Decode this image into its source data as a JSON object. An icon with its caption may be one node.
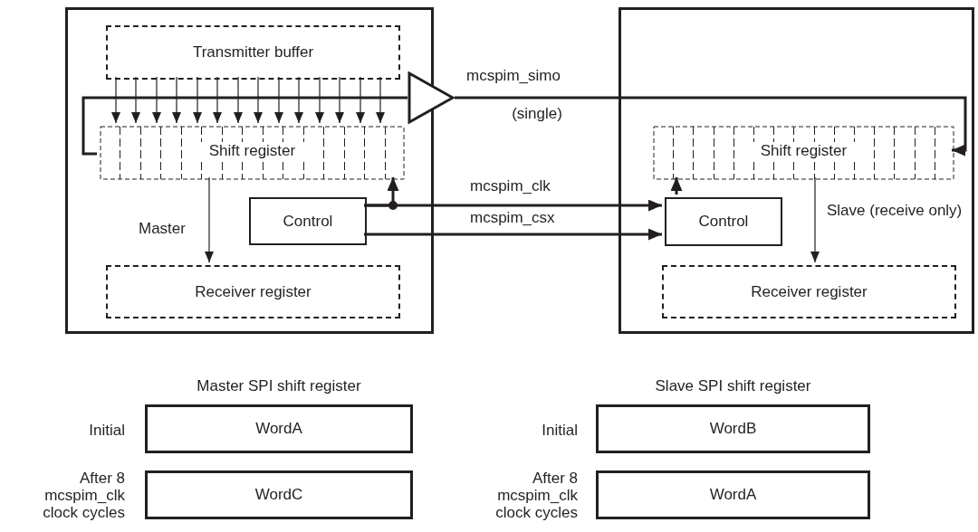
{
  "diagram": {
    "nodes": [
      {
        "text": [
          "Master"
        ]
      },
      {
        "text": [
          "Transmitter buffer"
        ],
        "in": 0
      },
      {
        "text": [
          "Shift register"
        ],
        "in": 0
      },
      {
        "text": [
          "Control"
        ],
        "in": 0
      },
      {
        "text": [
          "Receiver register"
        ],
        "in": 0
      },
      {
        "text": [],
        "shape": "triangle"
      },
      {
        "text": [
          "Slave (receive only)"
        ]
      },
      {
        "text": [
          "Shift register"
        ],
        "in": 6
      },
      {
        "text": [
          "Control"
        ],
        "in": 6
      },
      {
        "text": [
          "Receiver register"
        ],
        "in": 6
      },
      {
        "text": [
          "WordA"
        ],
        "beside": [
          "Initial"
        ]
      },
      {
        "text": [
          "WordC"
        ],
        "beside": [
          "After 8 mcspim_clk clock cycles"
        ]
      },
      {
        "text": [
          "WordB"
        ],
        "beside": [
          "Initial"
        ]
      },
      {
        "text": [
          "WordA"
        ],
        "beside": [
          "After 8 mcspim_clk clock cycles"
        ]
      }
    ],
    "edges": [
      {
        "from": 1,
        "to": 2,
        "arrow": "to"
      },
      {
        "from": 1,
        "to": 2,
        "arrow": "to"
      },
      {
        "from": 1,
        "to": 2,
        "arrow": "to"
      },
      {
        "from": 1,
        "to": 2,
        "arrow": "to"
      },
      {
        "from": 1,
        "to": 2,
        "arrow": "to"
      },
      {
        "from": 1,
        "to": 2,
        "arrow": "to"
      },
      {
        "from": 1,
        "to": 2,
        "arrow": "to"
      },
      {
        "from": 1,
        "to": 2,
        "arrow": "to"
      },
      {
        "from": 1,
        "to": 2,
        "arrow": "to"
      },
      {
        "from": 1,
        "to": 2,
        "arrow": "to"
      },
      {
        "from": 1,
        "to": 2,
        "arrow": "to"
      },
      {
        "from": 1,
        "to": 2,
        "arrow": "to"
      },
      {
        "from": 1,
        "to": 2,
        "arrow": "to"
      },
      {
        "from": 1,
        "to": 2,
        "arrow": "to"
      },
      {
        "from": 2,
        "to": 5,
        "arrow": "none",
        "style": "thick"
      },
      {
        "from": 5,
        "to": 7,
        "arrow": "to",
        "label": "mcspim_simo",
        "style": "thick"
      },
      {
        "from": 2,
        "to": 4,
        "arrow": "to"
      },
      {
        "from": 3,
        "to": 2,
        "arrow": "to",
        "style": "thick"
      },
      {
        "from": 3,
        "to": 8,
        "arrow": "to",
        "label": "mcspim_clk",
        "style": "thick"
      },
      {
        "from": 3,
        "to": 8,
        "arrow": "to",
        "label": "mcspim_csx",
        "style": "thick"
      },
      {
        "from": 8,
        "to": 7,
        "arrow": "to",
        "style": "thick"
      },
      {
        "from": 7,
        "to": 9,
        "arrow": "to"
      }
    ],
    "labels": [
      "(single)",
      "Master SPI shift register",
      "Slave SPI shift register"
    ]
  }
}
